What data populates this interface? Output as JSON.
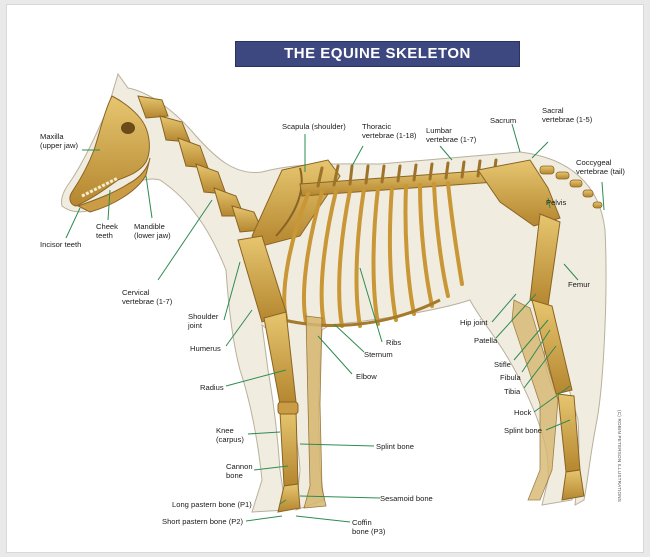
{
  "title": "THE EQUINE SKELETON",
  "credit": "(C) ROBIN PETERSON ILLUSTRATIONS",
  "colors": {
    "banner": "#3d4780",
    "body": "#f1ece0",
    "bone": "#d8b25a",
    "bone_dark": "#9c7328",
    "leader": "#2e8c52"
  },
  "labels": {
    "maxilla": "Maxilla\n(upper jaw)",
    "incisor_teeth": "Incisor teeth",
    "cheek_teeth": "Cheek\nteeth",
    "mandible": "Mandible\n(lower jaw)",
    "cervical": "Cervical\nvertebrae (1-7)",
    "scapula": "Scapula (shoulder)",
    "thoracic": "Thoracic\nvertebrae (1-18)",
    "lumbar": "Lumbar\nvertebrae (1-7)",
    "sacrum": "Sacrum",
    "sacral": "Sacral\nvertebrae (1-5)",
    "coccygeal": "Coccygeal\nvertebrae (tail)",
    "pelvis": "Pelvis",
    "femur": "Femur",
    "hip_joint": "Hip joint",
    "patella": "Patella",
    "stifle": "Stifle",
    "fibula": "Fibula",
    "tibia": "Tibia",
    "hock": "Hock",
    "splint_bone_hind": "Splint bone",
    "shoulder_joint": "Shoulder\njoint",
    "humerus": "Humerus",
    "ribs": "Ribs",
    "sternum": "Sternum",
    "elbow": "Elbow",
    "radius": "Radius",
    "knee": "Knee\n(carpus)",
    "splint_bone_fore": "Splint bone",
    "cannon_bone": "Cannon\nbone",
    "long_pastern": "Long pastern bone (P1)",
    "sesamoid": "Sesamoid bone",
    "short_pastern": "Short pastern bone (P2)",
    "coffin_bone": "Coffin\nbone (P3)"
  }
}
